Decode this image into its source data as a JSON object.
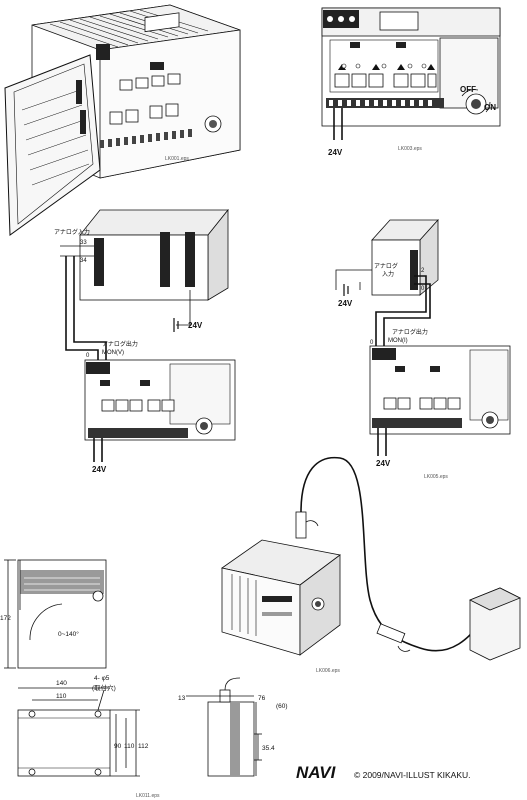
{
  "captions": {
    "lk001": "LK001.eps",
    "lk003": "LK003.eps",
    "lk005": "LK005.eps",
    "lk006": "LK006.eps",
    "lk011": "LK011.eps"
  },
  "labels": {
    "power_24v": "24V",
    "analog_in": "アナログ入力",
    "analog_in_line1": "アナログ",
    "analog_in_line2": "入力",
    "analog_out": "アナログ出力",
    "mon_v": "MON(V)",
    "mon_i": "MON(I)",
    "terminal_33": "33",
    "terminal_34": "34",
    "terminal_0": "0",
    "terminal_2": "2",
    "off": "OFF",
    "on": "ON"
  },
  "dimensions": {
    "height_172": "172",
    "angle": "0~140°",
    "width_140": "140",
    "width_110": "110",
    "holes": "4- φ5",
    "holes_note": "(取付穴)",
    "h_90": "90",
    "h_110": "110",
    "h_112": "112",
    "side_13": "13",
    "side_76": "76",
    "side_60": "(60)",
    "side_354": "35.4"
  },
  "brand": {
    "logo": "NAVI",
    "copyright": "© 2009/NAVI-ILLUST KIKAKU."
  }
}
